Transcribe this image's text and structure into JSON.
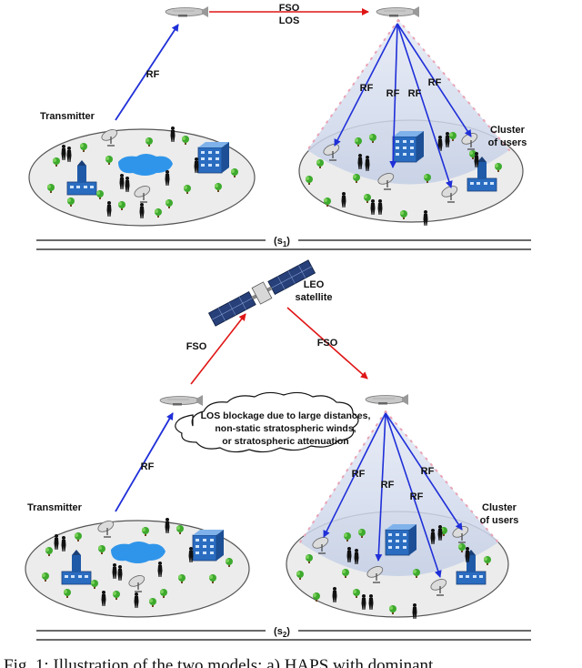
{
  "panel1": {
    "fso_top": "FSO",
    "los": "LOS",
    "rf_uplink": "RF",
    "transmitter": "Transmitter",
    "cluster_l1": "Cluster",
    "cluster_l2": "of users",
    "beam_labels": [
      "RF",
      "RF",
      "RF",
      "RF"
    ],
    "sep_label": "(s",
    "sep_sub": "1",
    "sep_close": ")"
  },
  "panel2": {
    "leo_l1": "LEO",
    "leo_l2": "satellite",
    "fso_left": "FSO",
    "fso_right": "FSO",
    "rf_uplink": "RF",
    "transmitter": "Transmitter",
    "cloud_l1": "LOS blockage due to large distances,",
    "cloud_l2": "non-static stratospheric winds,",
    "cloud_l3": "or stratospheric attenuation",
    "cluster_l1": "Cluster",
    "cluster_l2": "of users",
    "beam_labels": [
      "RF",
      "RF",
      "RF",
      "RF"
    ],
    "sep_label": "(s",
    "sep_sub": "2",
    "sep_close": ")"
  },
  "caption": "Fig. 1: Illustration of the two models: a) HAPS with dominant",
  "colors": {
    "rf": "#1f2fd8",
    "fso": "#e01515",
    "ground": "#eeeeee",
    "cone": "#c9d3e8",
    "pond": "#2f95ea"
  }
}
